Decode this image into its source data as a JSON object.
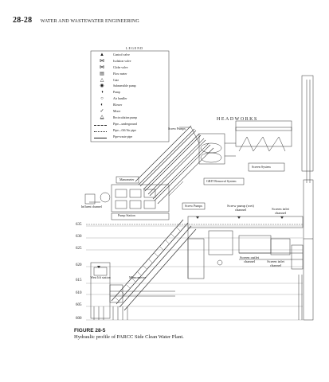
{
  "header": {
    "page_number": "28-28",
    "book_title": "WATER AND WASTEWATER ENGINEERING"
  },
  "legend": {
    "title": "LEGEND",
    "items": [
      {
        "label": "Control valve",
        "icon": "control-valve-icon"
      },
      {
        "label": "Isolation valve",
        "icon": "isolation-valve-icon"
      },
      {
        "label": "Globe valve",
        "icon": "globe-valve-icon"
      },
      {
        "label": "Flow meter",
        "icon": "flow-meter-icon"
      },
      {
        "label": "Gate",
        "icon": "gate-icon"
      },
      {
        "label": "Submersible pump",
        "icon": "submersible-pump-icon"
      },
      {
        "label": "Pump",
        "icon": "pump-icon"
      },
      {
        "label": "Air handler",
        "icon": "air-handler-icon"
      },
      {
        "label": "Blower",
        "icon": "blower-icon"
      },
      {
        "label": "Mixer",
        "icon": "mixer-icon"
      },
      {
        "label": "Recirculation pump",
        "icon": "recirculation-pump-icon"
      },
      {
        "label": "Pipe—underground",
        "icon": "pipe-underground-line"
      },
      {
        "label": "Pipe—Oil/Air pipe",
        "icon": "pipe-oil-air-line"
      },
      {
        "label": "Pipe-waste pipe",
        "icon": "pipe-waste-line"
      }
    ]
  },
  "labels": {
    "headworks": "HEADWORKS",
    "screw_pump_station": "Screw pump (wet) channel",
    "screen_inlet_channel": "Screen inlet channel",
    "screw_pumps_upper": "Screw Pumps",
    "grit_removal": "GRIT Removal System",
    "screen_system": "Screen System",
    "screw_pumps_box": "Screw Pumps",
    "manometer_upper": "Manometer",
    "manometer_lower": "Manometer",
    "screen_outlet": "Screen outlet channel",
    "screen_inlet_lower": "Screen inlet channel",
    "pump_station": "Pump Station",
    "influent": "Influent channel",
    "west_lift": "West lift station"
  },
  "elevations": [
    "635",
    "630",
    "625",
    "620",
    "615",
    "610",
    "605",
    "600"
  ],
  "caption": {
    "figure": "FIGURE 28-5",
    "text": "Hydraulic profile of PARCC Side Clean Water Plant."
  }
}
